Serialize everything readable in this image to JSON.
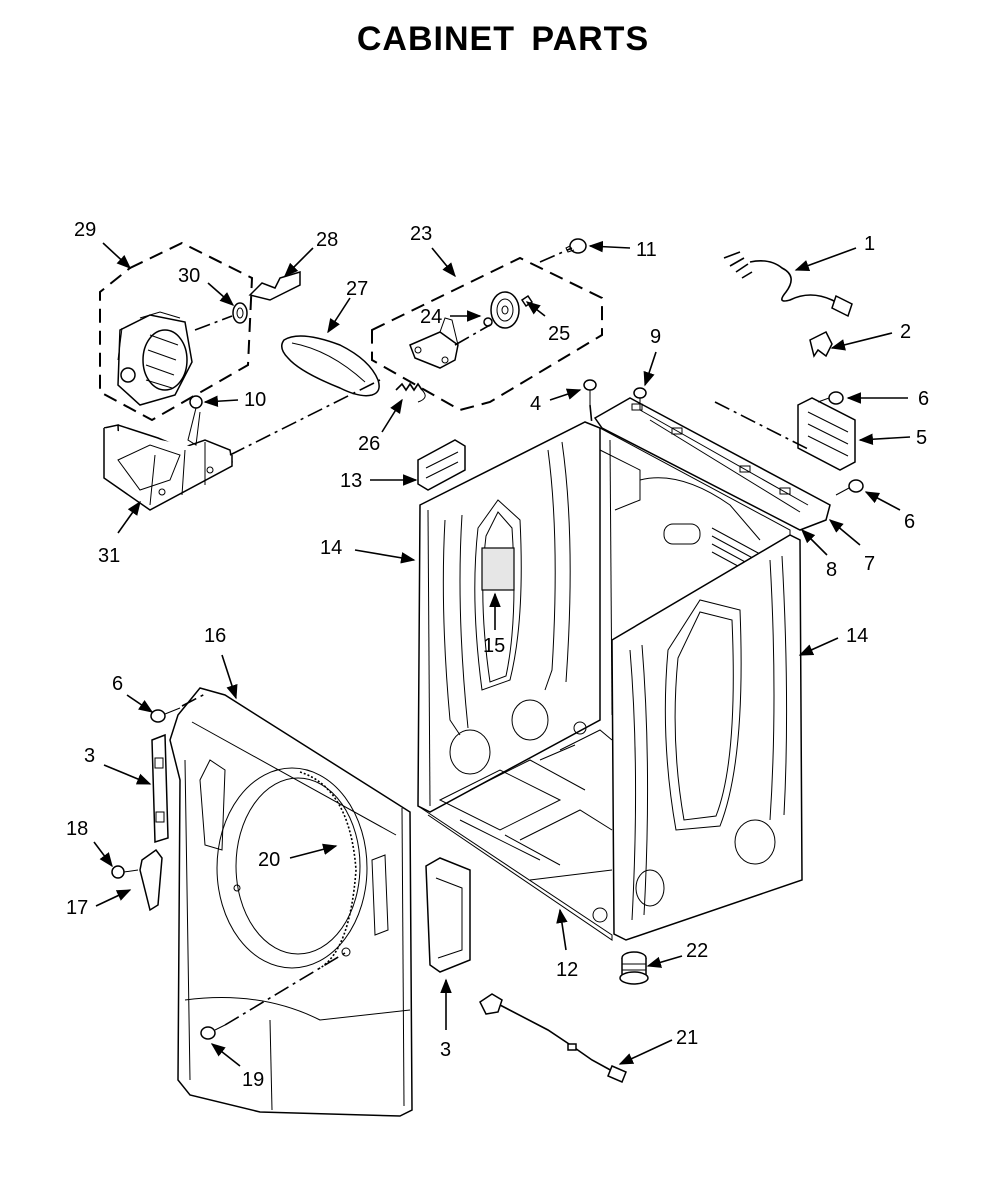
{
  "title": "CABINET PARTS",
  "callouts": [
    {
      "id": "c29",
      "label": "29"
    },
    {
      "id": "c30",
      "label": "30"
    },
    {
      "id": "c28",
      "label": "28"
    },
    {
      "id": "c27",
      "label": "27"
    },
    {
      "id": "c23",
      "label": "23"
    },
    {
      "id": "c11",
      "label": "11"
    },
    {
      "id": "c1",
      "label": "1"
    },
    {
      "id": "c24",
      "label": "24"
    },
    {
      "id": "c25",
      "label": "25"
    },
    {
      "id": "c2",
      "label": "2"
    },
    {
      "id": "c9",
      "label": "9"
    },
    {
      "id": "c10",
      "label": "10"
    },
    {
      "id": "c4",
      "label": "4"
    },
    {
      "id": "c6a",
      "label": "6"
    },
    {
      "id": "c26",
      "label": "26"
    },
    {
      "id": "c5",
      "label": "5"
    },
    {
      "id": "c13",
      "label": "13"
    },
    {
      "id": "c6b",
      "label": "6"
    },
    {
      "id": "c31",
      "label": "31"
    },
    {
      "id": "c14a",
      "label": "14"
    },
    {
      "id": "c8",
      "label": "8"
    },
    {
      "id": "c7",
      "label": "7"
    },
    {
      "id": "c15",
      "label": "15"
    },
    {
      "id": "c14b",
      "label": "14"
    },
    {
      "id": "c16",
      "label": "16"
    },
    {
      "id": "c6c",
      "label": "6"
    },
    {
      "id": "c3a",
      "label": "3"
    },
    {
      "id": "c18",
      "label": "18"
    },
    {
      "id": "c20",
      "label": "20"
    },
    {
      "id": "c17",
      "label": "17"
    },
    {
      "id": "c22",
      "label": "22"
    },
    {
      "id": "c12",
      "label": "12"
    },
    {
      "id": "c21",
      "label": "21"
    },
    {
      "id": "c3b",
      "label": "3"
    },
    {
      "id": "c19",
      "label": "19"
    }
  ]
}
